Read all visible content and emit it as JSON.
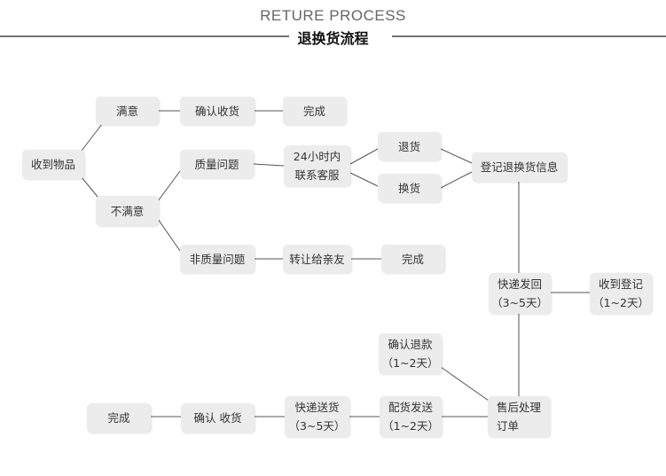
{
  "header": {
    "title_en": "RETURE PROCESS",
    "title_zh": "退换货流程"
  },
  "nodes": {
    "receive": "收到物品",
    "satisfied": "满意",
    "confirm_receipt_top": "确认收货",
    "done_top": "完成",
    "not_satisfied": "不满意",
    "quality_issue": "质量问题",
    "contact_cs_line1": "24小时内",
    "contact_cs_line2": "联系客服",
    "return": "退货",
    "exchange": "换货",
    "register_info": "登记退换货信息",
    "non_quality_issue": "非质量问题",
    "transfer_friend": "转让给亲友",
    "done_mid": "完成",
    "express_back_line1": "快递发回",
    "express_back_line2": "（3~5天）",
    "received_reg_line1": "收到登记",
    "received_reg_line2": "（1~2天）",
    "confirm_refund_line1": "确认退款",
    "confirm_refund_line2": "（1~2天）",
    "after_sale_line1": "售后处理",
    "after_sale_line2": "订单",
    "ship_goods_line1": "配货发送",
    "ship_goods_line2": "（1~2天）",
    "express_deliver_line1": "快递送货",
    "express_deliver_line2": "（3~5天）",
    "confirm_receipt_bottom": "确认 收货",
    "done_bottom": "完成"
  },
  "colors": {
    "box_fill": "#ececec",
    "line": "#555555",
    "title_line": "#222222"
  }
}
